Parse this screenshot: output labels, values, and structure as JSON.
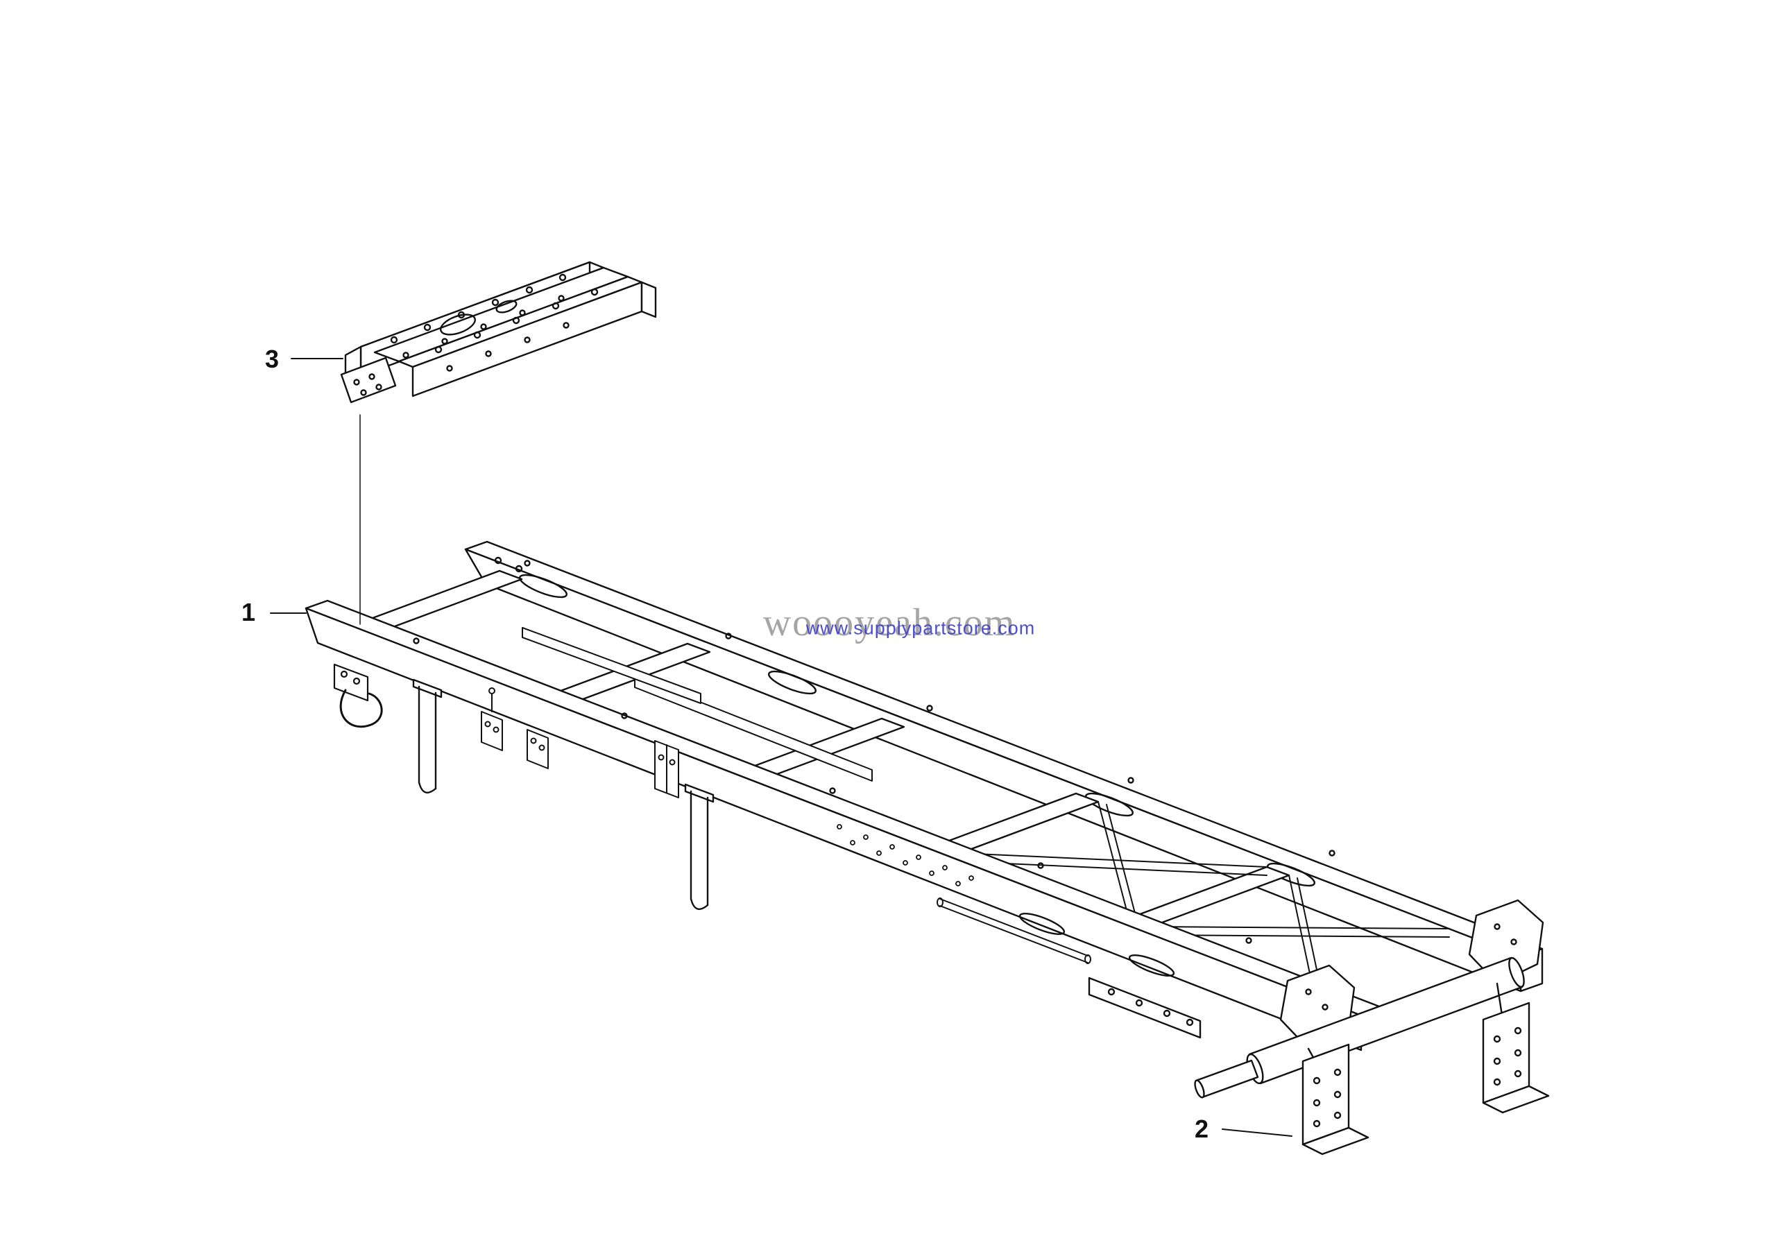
{
  "diagram": {
    "background": "#ffffff",
    "line_color": "#111111",
    "callouts": {
      "c1": "1",
      "c2": "2",
      "c3": "3"
    },
    "watermark": {
      "primary": "woooyeah.com",
      "secondary": "www.supplypartstore.com",
      "primary_color": "#8f8f8f",
      "secondary_color": "#3b3bcd"
    }
  }
}
